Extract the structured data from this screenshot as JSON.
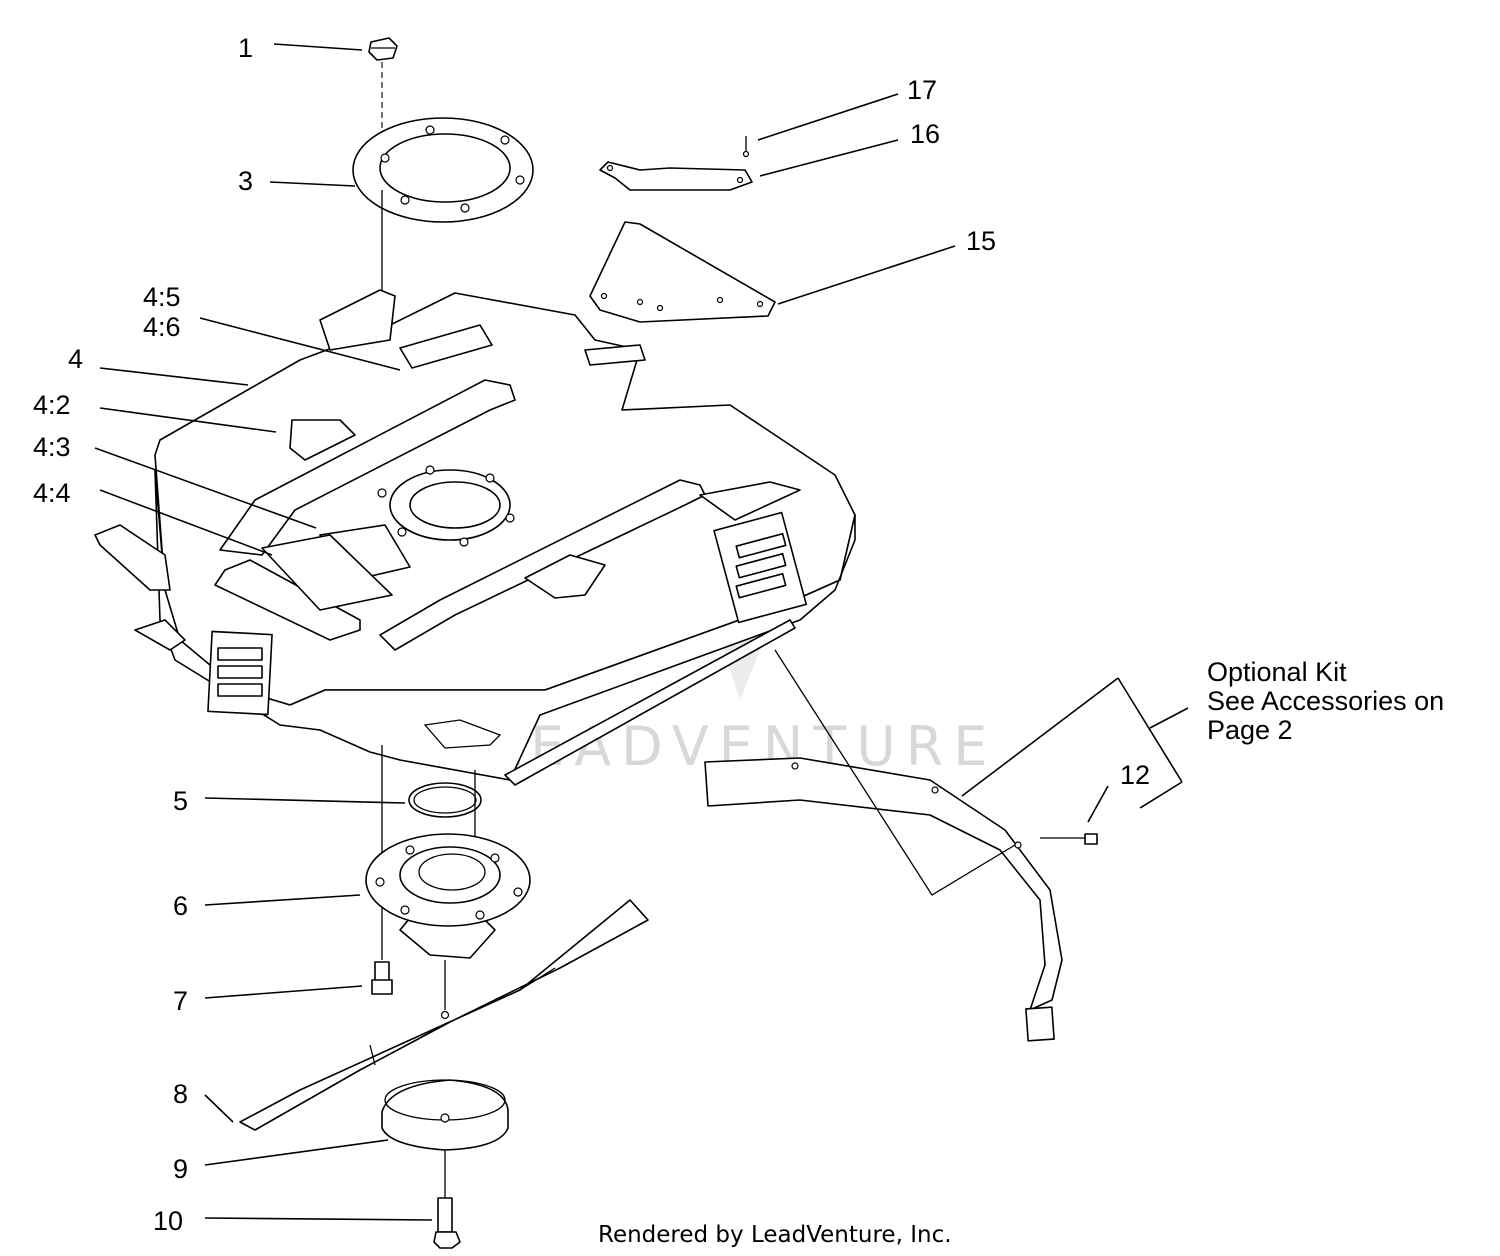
{
  "diagram": {
    "callouts": {
      "c1": "1",
      "c3": "3",
      "c4_5": "4:5",
      "c4_6": "4:6",
      "c4": "4",
      "c4_2": "4:2",
      "c4_3": "4:3",
      "c4_4": "4:4",
      "c5": "5",
      "c6": "6",
      "c7": "7",
      "c8": "8",
      "c9": "9",
      "c10": "10",
      "c12": "12",
      "c15": "15",
      "c16": "16",
      "c17": "17"
    },
    "optional_kit_note": [
      "Optional Kit",
      "See Accessories on",
      "Page 2"
    ],
    "watermark": "LEADVENTURE",
    "footer": "Rendered by LeadVenture, Inc."
  }
}
